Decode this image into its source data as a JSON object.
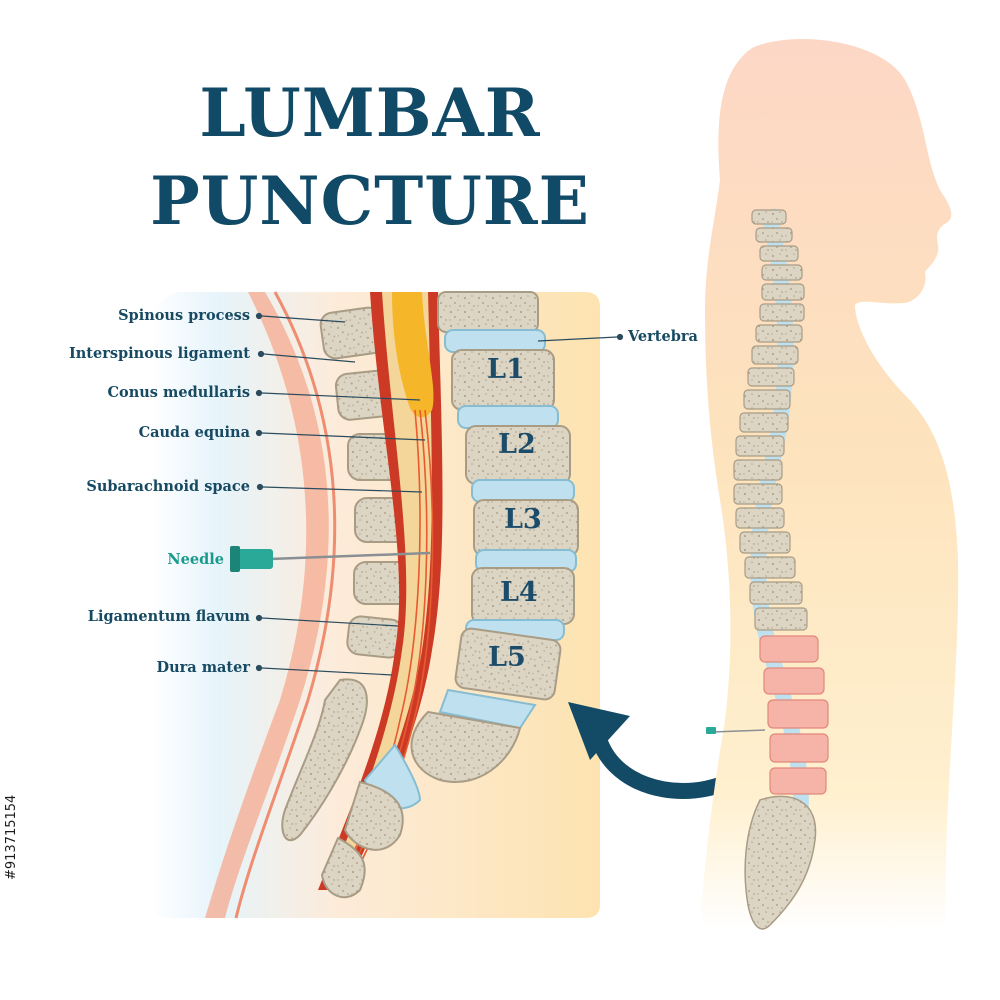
{
  "title": {
    "line1": "LUMBAR",
    "line2": "PUNCTURE"
  },
  "labels": {
    "spinous_process": "Spinous process",
    "interspinous_ligament": "Interspinous ligament",
    "conus_medullaris": "Conus medullaris",
    "cauda_equina": "Cauda equina",
    "subarachnoid_space": "Subarachnoid space",
    "needle": "Needle",
    "ligamentum_flavum": "Ligamentum flavum",
    "dura_mater": "Dura mater",
    "vertebra": "Vertebra"
  },
  "vertebra_labels": {
    "l1": "L1",
    "l2": "L2",
    "l3": "L3",
    "l4": "L4",
    "l5": "L5"
  },
  "watermark_id": "#913715154",
  "colors": {
    "title": "#114a66",
    "label": "#174a62",
    "needle_label": "#1a9a8c",
    "bone": "#d9d2c2",
    "disc": "#bfe1ef",
    "dura": "#cc3a26",
    "cord": "#f5b62a",
    "lumbar_highlight": "#f6b3a8",
    "arrow": "#134b66",
    "skin": "#f8c9a6",
    "body_fill": "#fde7b6"
  }
}
